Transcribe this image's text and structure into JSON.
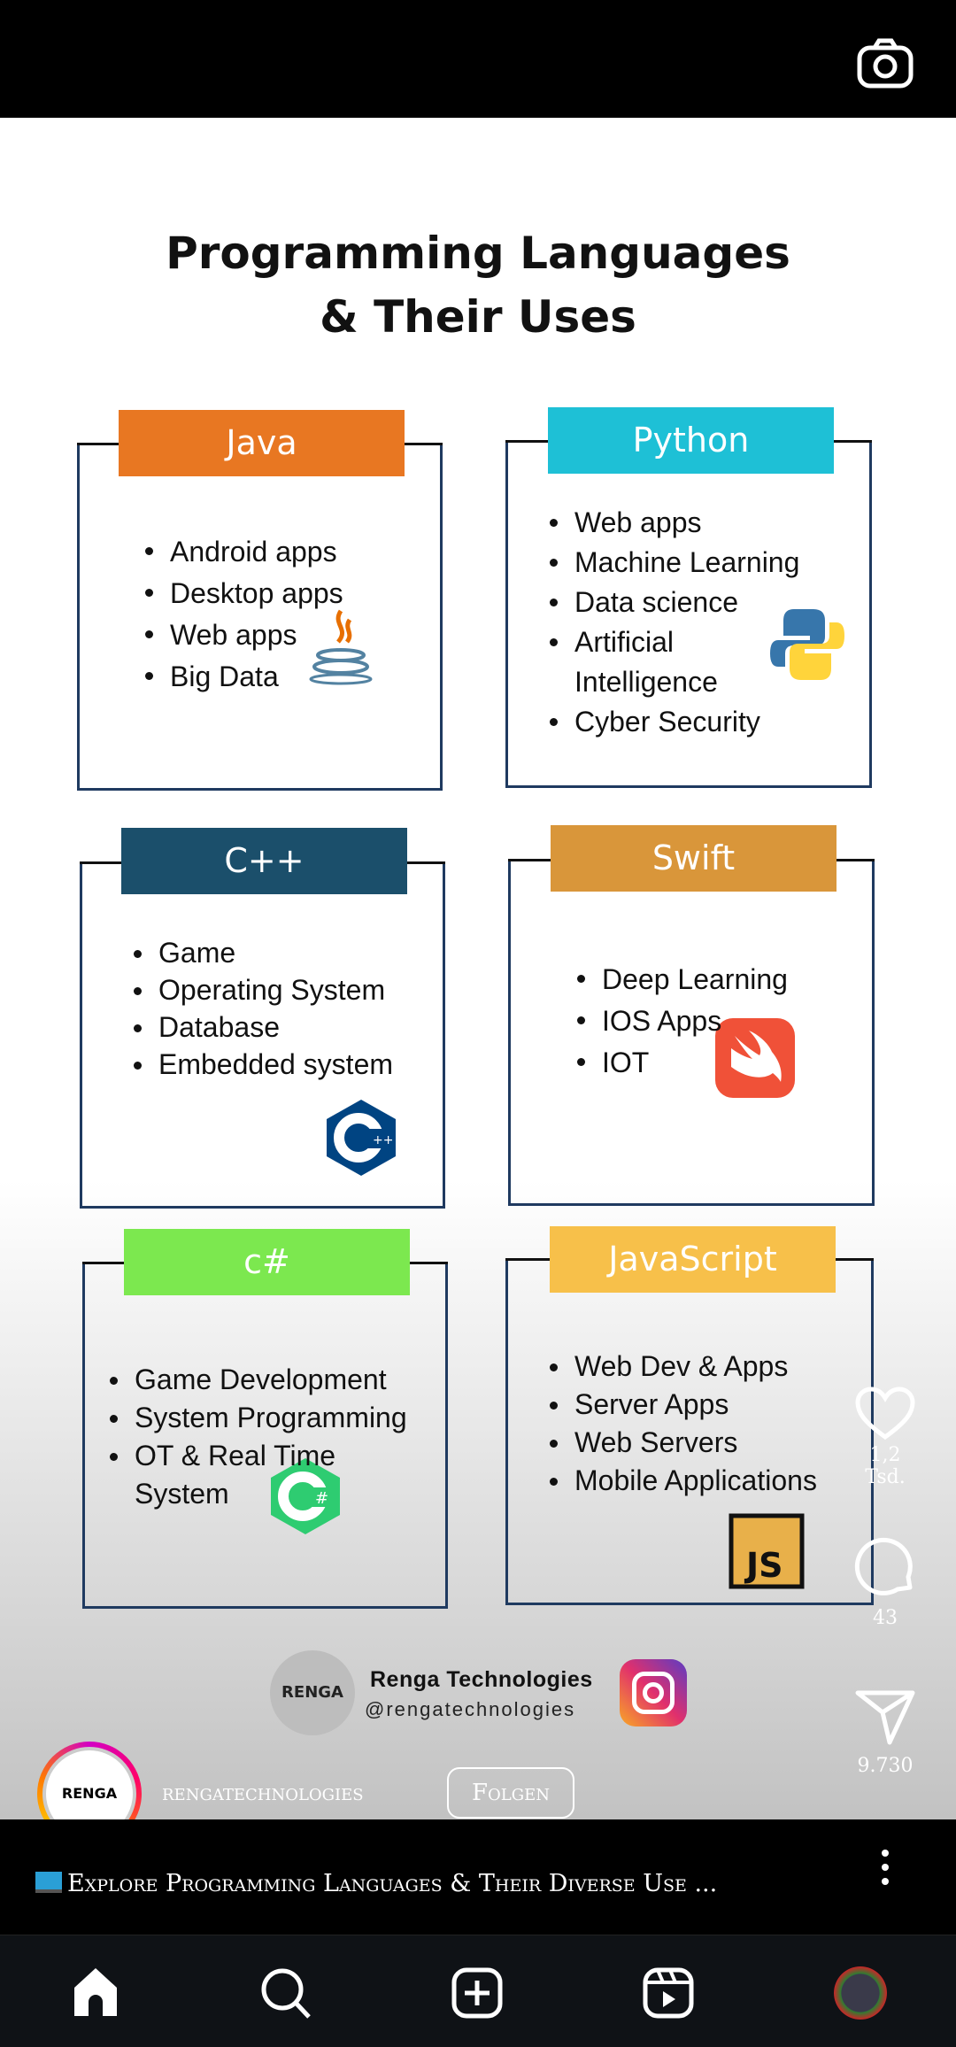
{
  "post": {
    "title_line1": "Programming Languages",
    "title_line2": "& Their Uses",
    "cards": [
      {
        "name": "Java",
        "color": "#E87722",
        "items": [
          "Android apps",
          "Desktop apps",
          "Web apps",
          "Big Data"
        ],
        "icon": "java-coffee-icon"
      },
      {
        "name": "Python",
        "color": "#1EC0D6",
        "items": [
          "Web apps",
          "Machine Learning",
          "Data science",
          "Artificial",
          "Intelligence",
          "Cyber Security"
        ],
        "icon": "python-icon"
      },
      {
        "name": "C++",
        "color": "#1B4F6B",
        "items": [
          "Game",
          "Operating System",
          "Database",
          "Embedded system"
        ],
        "icon": "cpp-icon"
      },
      {
        "name": "Swift",
        "color": "#D9963A",
        "items": [
          "Deep Learning",
          "IOS Apps",
          "IOT"
        ],
        "icon": "swift-icon"
      },
      {
        "name": "c#",
        "color": "#7CE84F",
        "items": [
          "Game Development",
          "System Programming",
          "OT & Real Time",
          "System"
        ],
        "icon": "csharp-icon"
      },
      {
        "name": "JavaScript",
        "color": "#F7C04A",
        "items": [
          "Web Dev & Apps",
          "Server Apps",
          "Web Servers",
          "Mobile Applications"
        ],
        "icon": "js-icon"
      }
    ],
    "brand_logo_text": "RENGA",
    "brand_name": "Renga Technologies",
    "brand_handle": "@rengatechnologies"
  },
  "reel": {
    "username": "rengatechnologies",
    "avatar_text": "RENGA",
    "follow_label": "Folgen",
    "likes": "1,2 Tsd.",
    "comments": "43",
    "shares": "9.730",
    "caption": "Explore Programming Languages & Their Diverse Use ..."
  }
}
